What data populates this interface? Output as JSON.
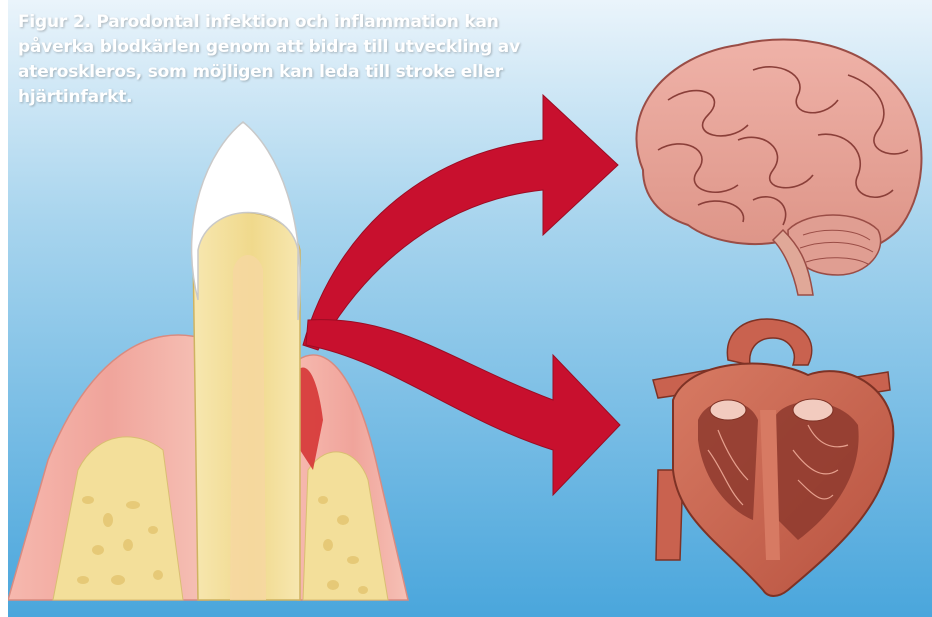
{
  "caption": "Figur 2. Parodontal infektion och inflammation kan påverka blodkärlen genom att bidra till utveckling av ateroskleros, som möjligen kan leda till stroke eller hjärtinfarkt.",
  "colors": {
    "sky_top": "#eaf4fb",
    "sky_bottom": "#4aa6dc",
    "arrow_red": "#c8102e",
    "gum_pink": "#f0a49b",
    "tooth_yellow": "#f3df9a",
    "enamel_white": "#ffffff",
    "brain_pink": "#e8a39a",
    "heart_red": "#c9624f"
  },
  "illustration": {
    "left": "tooth-with-gum-and-bone",
    "arrows": [
      "arrow-to-brain",
      "arrow-to-heart"
    ],
    "targets": [
      "brain",
      "heart"
    ]
  }
}
